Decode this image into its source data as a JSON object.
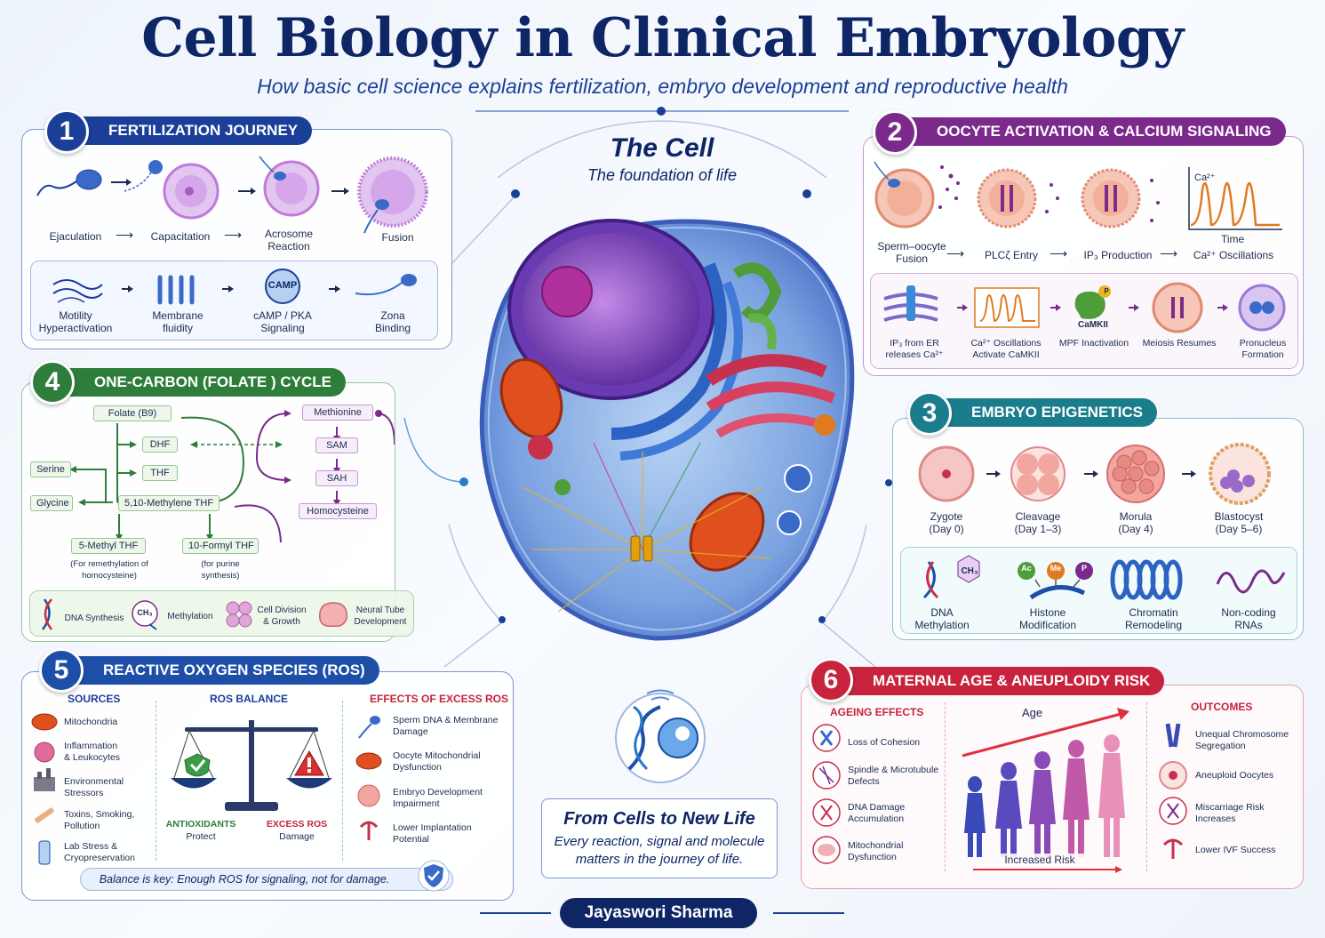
{
  "header": {
    "title": "Cell Biology in Clinical Embryology",
    "subtitle": "How basic cell science explains fertilization, embryo development and reproductive health"
  },
  "center": {
    "title": "The Cell",
    "subtitle": "The foundation of life",
    "bottom_title": "From Cells to New Life",
    "bottom_text_1": "Every reaction, signal and molecule",
    "bottom_text_2": "matters in the journey of life.",
    "author": "Jayaswori Sharma"
  },
  "colors": {
    "p1": "#1b3f99",
    "p2": "#7b2a8c",
    "p3": "#1a7d8c",
    "p4": "#2e7d3a",
    "p5": "#1e4fa8",
    "p6": "#c8233d"
  },
  "panel1": {
    "number": "1",
    "title": "FERTILIZATION JOURNEY",
    "steps": [
      "Ejaculation",
      "Capacitation",
      "Acrosome\nReaction",
      "Fusion"
    ],
    "sub": [
      "Motility\nHyperactivation",
      "Membrane\nfluidity",
      "cAMP / PKA\nSignaling",
      "Zona\nBinding"
    ],
    "camp_label": "CAMP"
  },
  "panel2": {
    "number": "2",
    "title": "OOCYTE ACTIVATION & CALCIUM SIGNALING",
    "steps": [
      "Sperm–oocyte\nFusion",
      "PLCζ Entry",
      "IP₃ Production",
      "Ca²⁺ Oscillations"
    ],
    "graph_y": "Ca²⁺",
    "graph_x": "Time",
    "sub": [
      "IP₃ from ER\nreleases Ca²⁺",
      "Ca²⁺ Oscillations\nActivate CaMKII",
      "MPF Inactivation",
      "Meiosis Resumes",
      "Pronucleus\nFormation"
    ],
    "camk_label": "CaMKII",
    "p_label": "P"
  },
  "panel3": {
    "number": "3",
    "title": "EMBRYO EPIGENETICS",
    "steps": [
      "Zygote\n(Day 0)",
      "Cleavage\n(Day 1–3)",
      "Morula\n(Day 4)",
      "Blastocyst\n(Day 5–6)"
    ],
    "sub": [
      "DNA\nMethylation",
      "Histone\nModification",
      "Chromatin\nRemodeling",
      "Non-coding\nRNAs"
    ],
    "ch3": "CH₃",
    "ac": "Ac",
    "me": "Me",
    "p": "P"
  },
  "panel4": {
    "number": "4",
    "title": "ONE-CARBON (FOLATE ) CYCLE",
    "nodes": {
      "folate": "Folate (B9)",
      "dhf": "DHF",
      "thf": "THF",
      "serine": "Serine",
      "glycine": "Glycine",
      "methylene": "5,10-Methylene THF",
      "methyl": "5-Methyl THF",
      "formyl": "10-Formyl THF",
      "methyl_note": "(For remethylation of\nhomocysteine)",
      "formyl_note": "(for purine\nsynthesis)",
      "methionine": "Methionine",
      "sam": "SAM",
      "sah": "SAH",
      "homocysteine": "Homocysteine"
    },
    "sub": [
      "DNA Synthesis",
      "Methylation",
      "Cell Division\n& Growth",
      "Neural Tube\nDevelopment"
    ],
    "ch3": "CH₃"
  },
  "panel5": {
    "number": "5",
    "title": "REACTIVE OXYGEN SPECIES (ROS)",
    "sources_title": "SOURCES",
    "sources": [
      "Mitochondria",
      "Inflammation\n& Leukocytes",
      "Environmental\nStressors",
      "Toxins, Smoking,\nPollution",
      "Lab Stress &\nCryopreservation"
    ],
    "balance_title": "ROS BALANCE",
    "antioxidants": "ANTIOXIDANTS",
    "protect": "Protect",
    "excess": "EXCESS ROS",
    "damage": "Damage",
    "effects_title": "EFFECTS OF EXCESS ROS",
    "effects": [
      "Sperm DNA & Membrane\nDamage",
      "Oocyte Mitochondrial\nDysfunction",
      "Embryo Development\nImpairment",
      "Lower Implantation\nPotential"
    ],
    "footer": "Balance is key: Enough ROS for signaling, not for damage."
  },
  "panel6": {
    "number": "6",
    "title": "MATERNAL AGE & ANEUPLOIDY RISK",
    "ageing_title": "AGEING EFFECTS",
    "ageing": [
      "Loss of Cohesion",
      "Spindle & Microtubule\nDefects",
      "DNA Damage\nAccumulation",
      "Mitochondrial\nDysfunction"
    ],
    "age_label": "Age",
    "risk_label": "Increased Risk",
    "outcomes_title": "OUTCOMES",
    "outcomes": [
      "Unequal Chromosome\nSegregation",
      "Aneuploid Oocytes",
      "Miscarriage Risk\nIncreases",
      "Lower IVF Success"
    ]
  }
}
